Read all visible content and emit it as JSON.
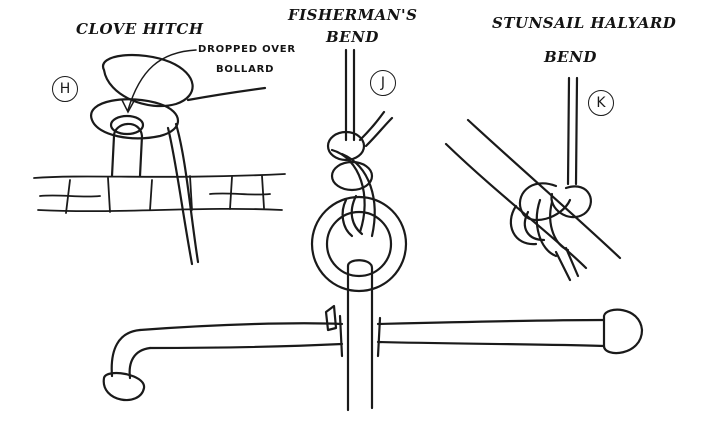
{
  "panels": [
    {
      "letter": "H",
      "title": "CLOVE HITCH",
      "callout_line1": "DROPPED OVER",
      "callout_line2": "BOLLARD"
    },
    {
      "letter": "J",
      "title_line1": "FISHERMAN'S",
      "title_line2": "BEND"
    },
    {
      "letter": "K",
      "title_line1": "STUNSAIL HALYARD",
      "title_line2": "BEND"
    }
  ]
}
